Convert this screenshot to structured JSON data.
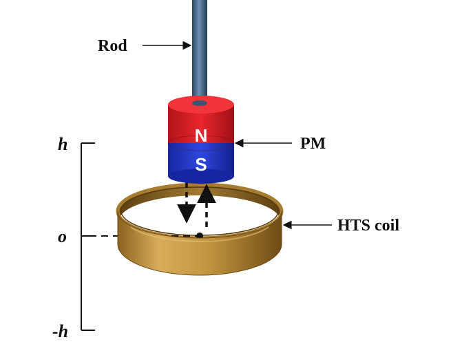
{
  "labels": {
    "rod": "Rod",
    "pm": "PM",
    "hts_coil": "HTS coil",
    "axis_top": "h",
    "axis_origin": "o",
    "axis_bottom": "-h",
    "pole_north": "N",
    "pole_south": "S"
  },
  "colors": {
    "rod": "#3f5f80",
    "magnet_north": "#d81f26",
    "magnet_south": "#1f35c8",
    "coil": "#b8893a",
    "line": "#111111"
  }
}
